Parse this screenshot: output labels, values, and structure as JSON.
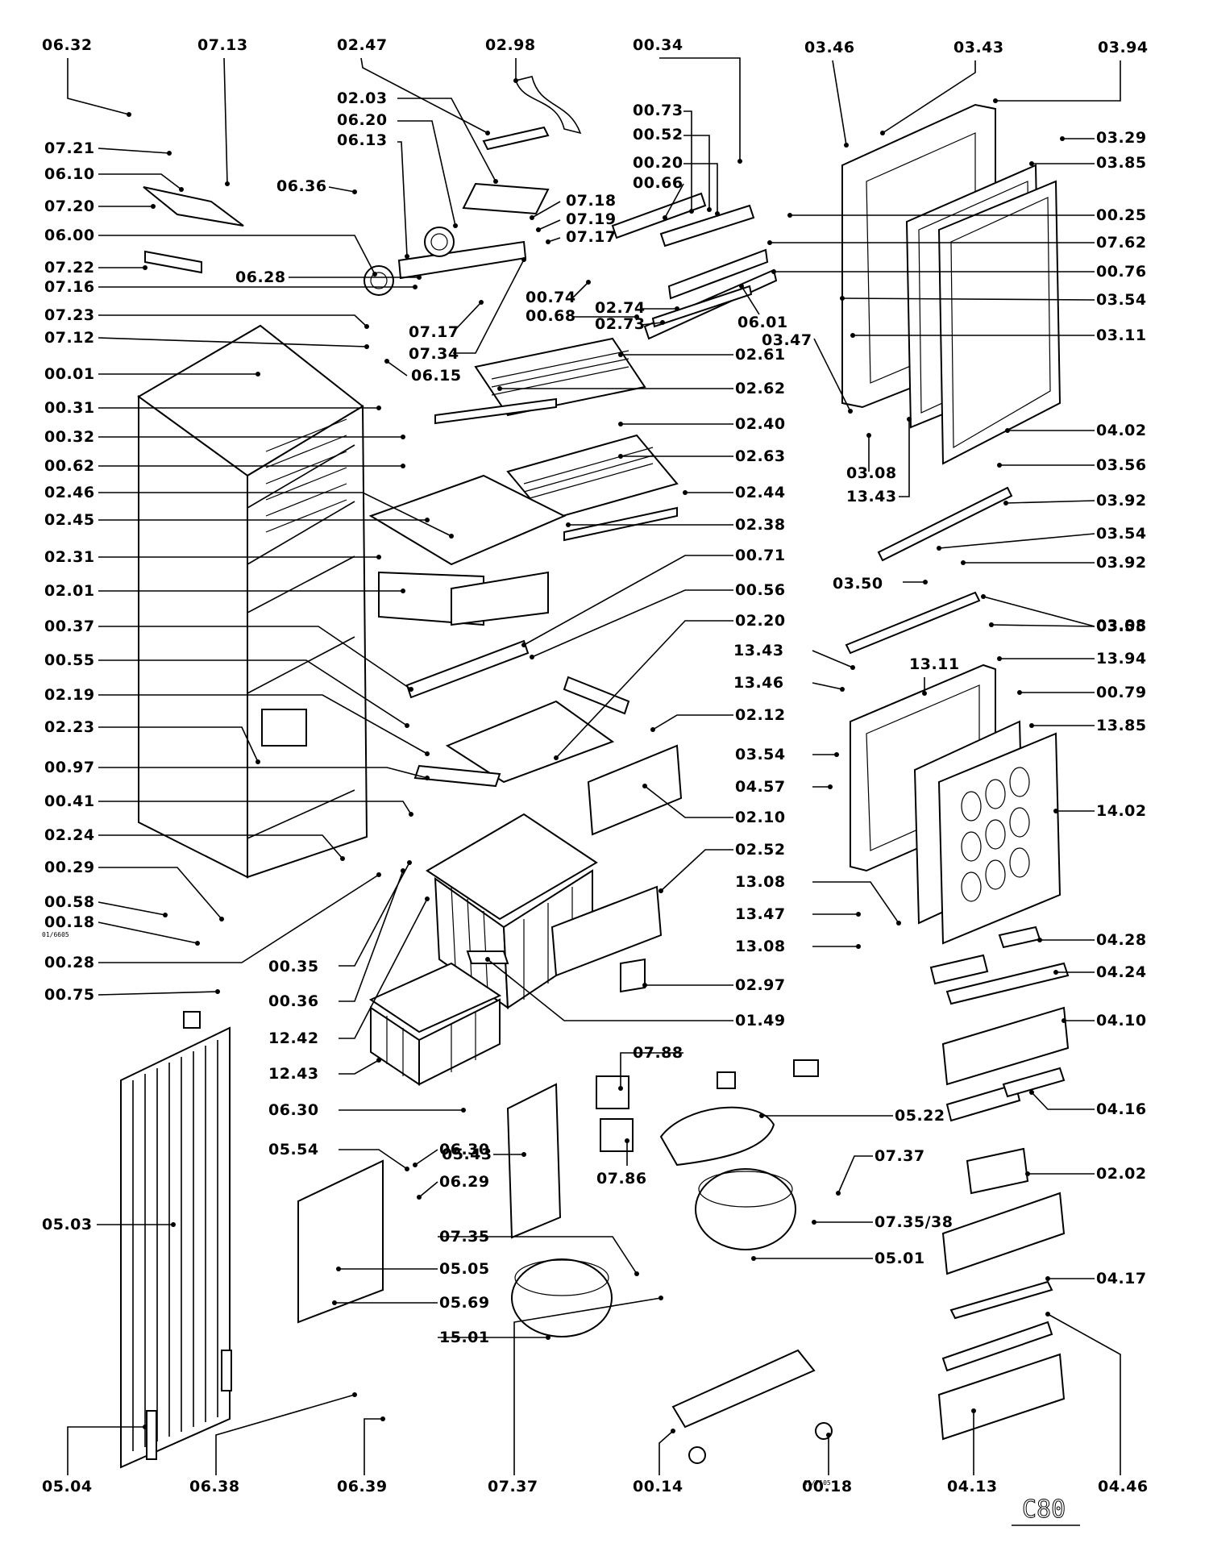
{
  "labels": [
    "06.32",
    "07.13",
    "02.47",
    "02.98",
    "00.34",
    "03.46",
    "03.43",
    "03.94",
    "02.03",
    "06.20",
    "06.13",
    "00.73",
    "00.52",
    "00.20",
    "00.66",
    "07.21",
    "06.10",
    "06.36",
    "07.20",
    "06.00",
    "07.22",
    "07.16",
    "07.23",
    "07.12",
    "07.18",
    "07.19",
    "07.17",
    "06.28",
    "00.74",
    "00.68",
    "02.74",
    "02.73",
    "07.17",
    "07.34",
    "06.15",
    "06.01",
    "03.47",
    "03.29",
    "03.85",
    "00.25",
    "07.62",
    "00.76",
    "03.54",
    "03.11",
    "00.01",
    "00.31",
    "00.32",
    "00.62",
    "02.46",
    "02.45",
    "02.31",
    "02.01",
    "00.37",
    "00.55",
    "02.19",
    "02.23",
    "00.97",
    "00.41",
    "02.24",
    "00.29",
    "00.58",
    "00.18",
    "00.28",
    "00.75",
    "02.61",
    "02.62",
    "02.40",
    "02.63",
    "02.44",
    "02.38",
    "00.71",
    "00.56",
    "02.20",
    "02.12",
    "02.10",
    "02.52",
    "02.97",
    "01.49",
    "04.02",
    "03.08",
    "13.43",
    "03.56",
    "03.92",
    "03.54",
    "03.92",
    "03.50",
    "03.55",
    "03.08",
    "13.43",
    "13.11",
    "13.94",
    "13.46",
    "00.79",
    "13.85",
    "03.54",
    "04.57",
    "14.02",
    "13.08",
    "13.47",
    "13.08",
    "04.28",
    "04.24",
    "04.10",
    "04.16",
    "02.02",
    "04.17",
    "04.13",
    "04.46",
    "00.35",
    "00.36",
    "12.42",
    "12.43",
    "06.30",
    "05.54",
    "06.30",
    "06.29",
    "07.35",
    "05.05",
    "05.69",
    "15.01",
    "05.43",
    "07.88",
    "07.86",
    "05.22",
    "07.37",
    "07.35/38",
    "05.01",
    "05.03",
    "05.04",
    "06.38",
    "06.39",
    "07.37",
    "00.14",
    "00.18"
  ],
  "sub_labels": [
    "01/6605",
    "01/7105"
  ],
  "page_code": "C80"
}
